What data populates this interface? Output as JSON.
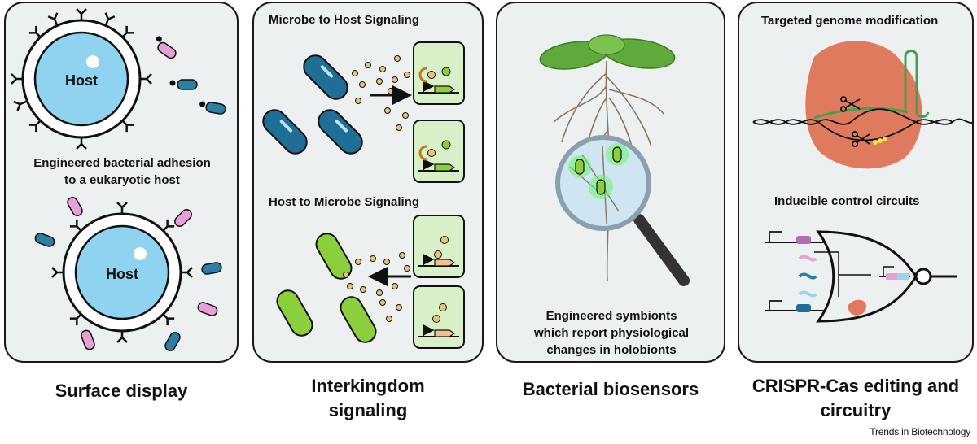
{
  "panels": {
    "surface": {
      "host_label": "Host",
      "description_line1": "Engineered bacterial adhesion",
      "description_line2": "to a eukaryotic host",
      "caption": "Surface display"
    },
    "interkingdom": {
      "heading_top": "Microbe to Host Signaling",
      "heading_bottom": "Host to Microbe Signaling",
      "caption_line1": "Interkingdom",
      "caption_line2": "signaling"
    },
    "biosensors": {
      "description_line1": "Engineered symbionts",
      "description_line2": "which report physiological",
      "description_line3": "changes in holobionts",
      "caption": "Bacterial biosensors"
    },
    "crispr": {
      "heading_top": "Targeted genome modification",
      "heading_bottom": "Inducible control circuits",
      "caption_line1": "CRISPR-Cas editing and",
      "caption_line2": "circuitry"
    }
  },
  "credit": "Trends in Biotechnology",
  "colors": {
    "panel_bg": "#ecf0f1",
    "host_blue": "#8fd3f0",
    "bacteria_dark_blue": "#1e6e96",
    "bacteria_green": "#8ccf3d",
    "pink_bacterium": "#e8a0d8",
    "teal_bacterium": "#2a7fa3",
    "signal_dot": "#e6c57a",
    "cell_box_green": "#d7f0c8",
    "crispr_orange": "#e07a5f",
    "guide_green": "#3fa34d"
  }
}
